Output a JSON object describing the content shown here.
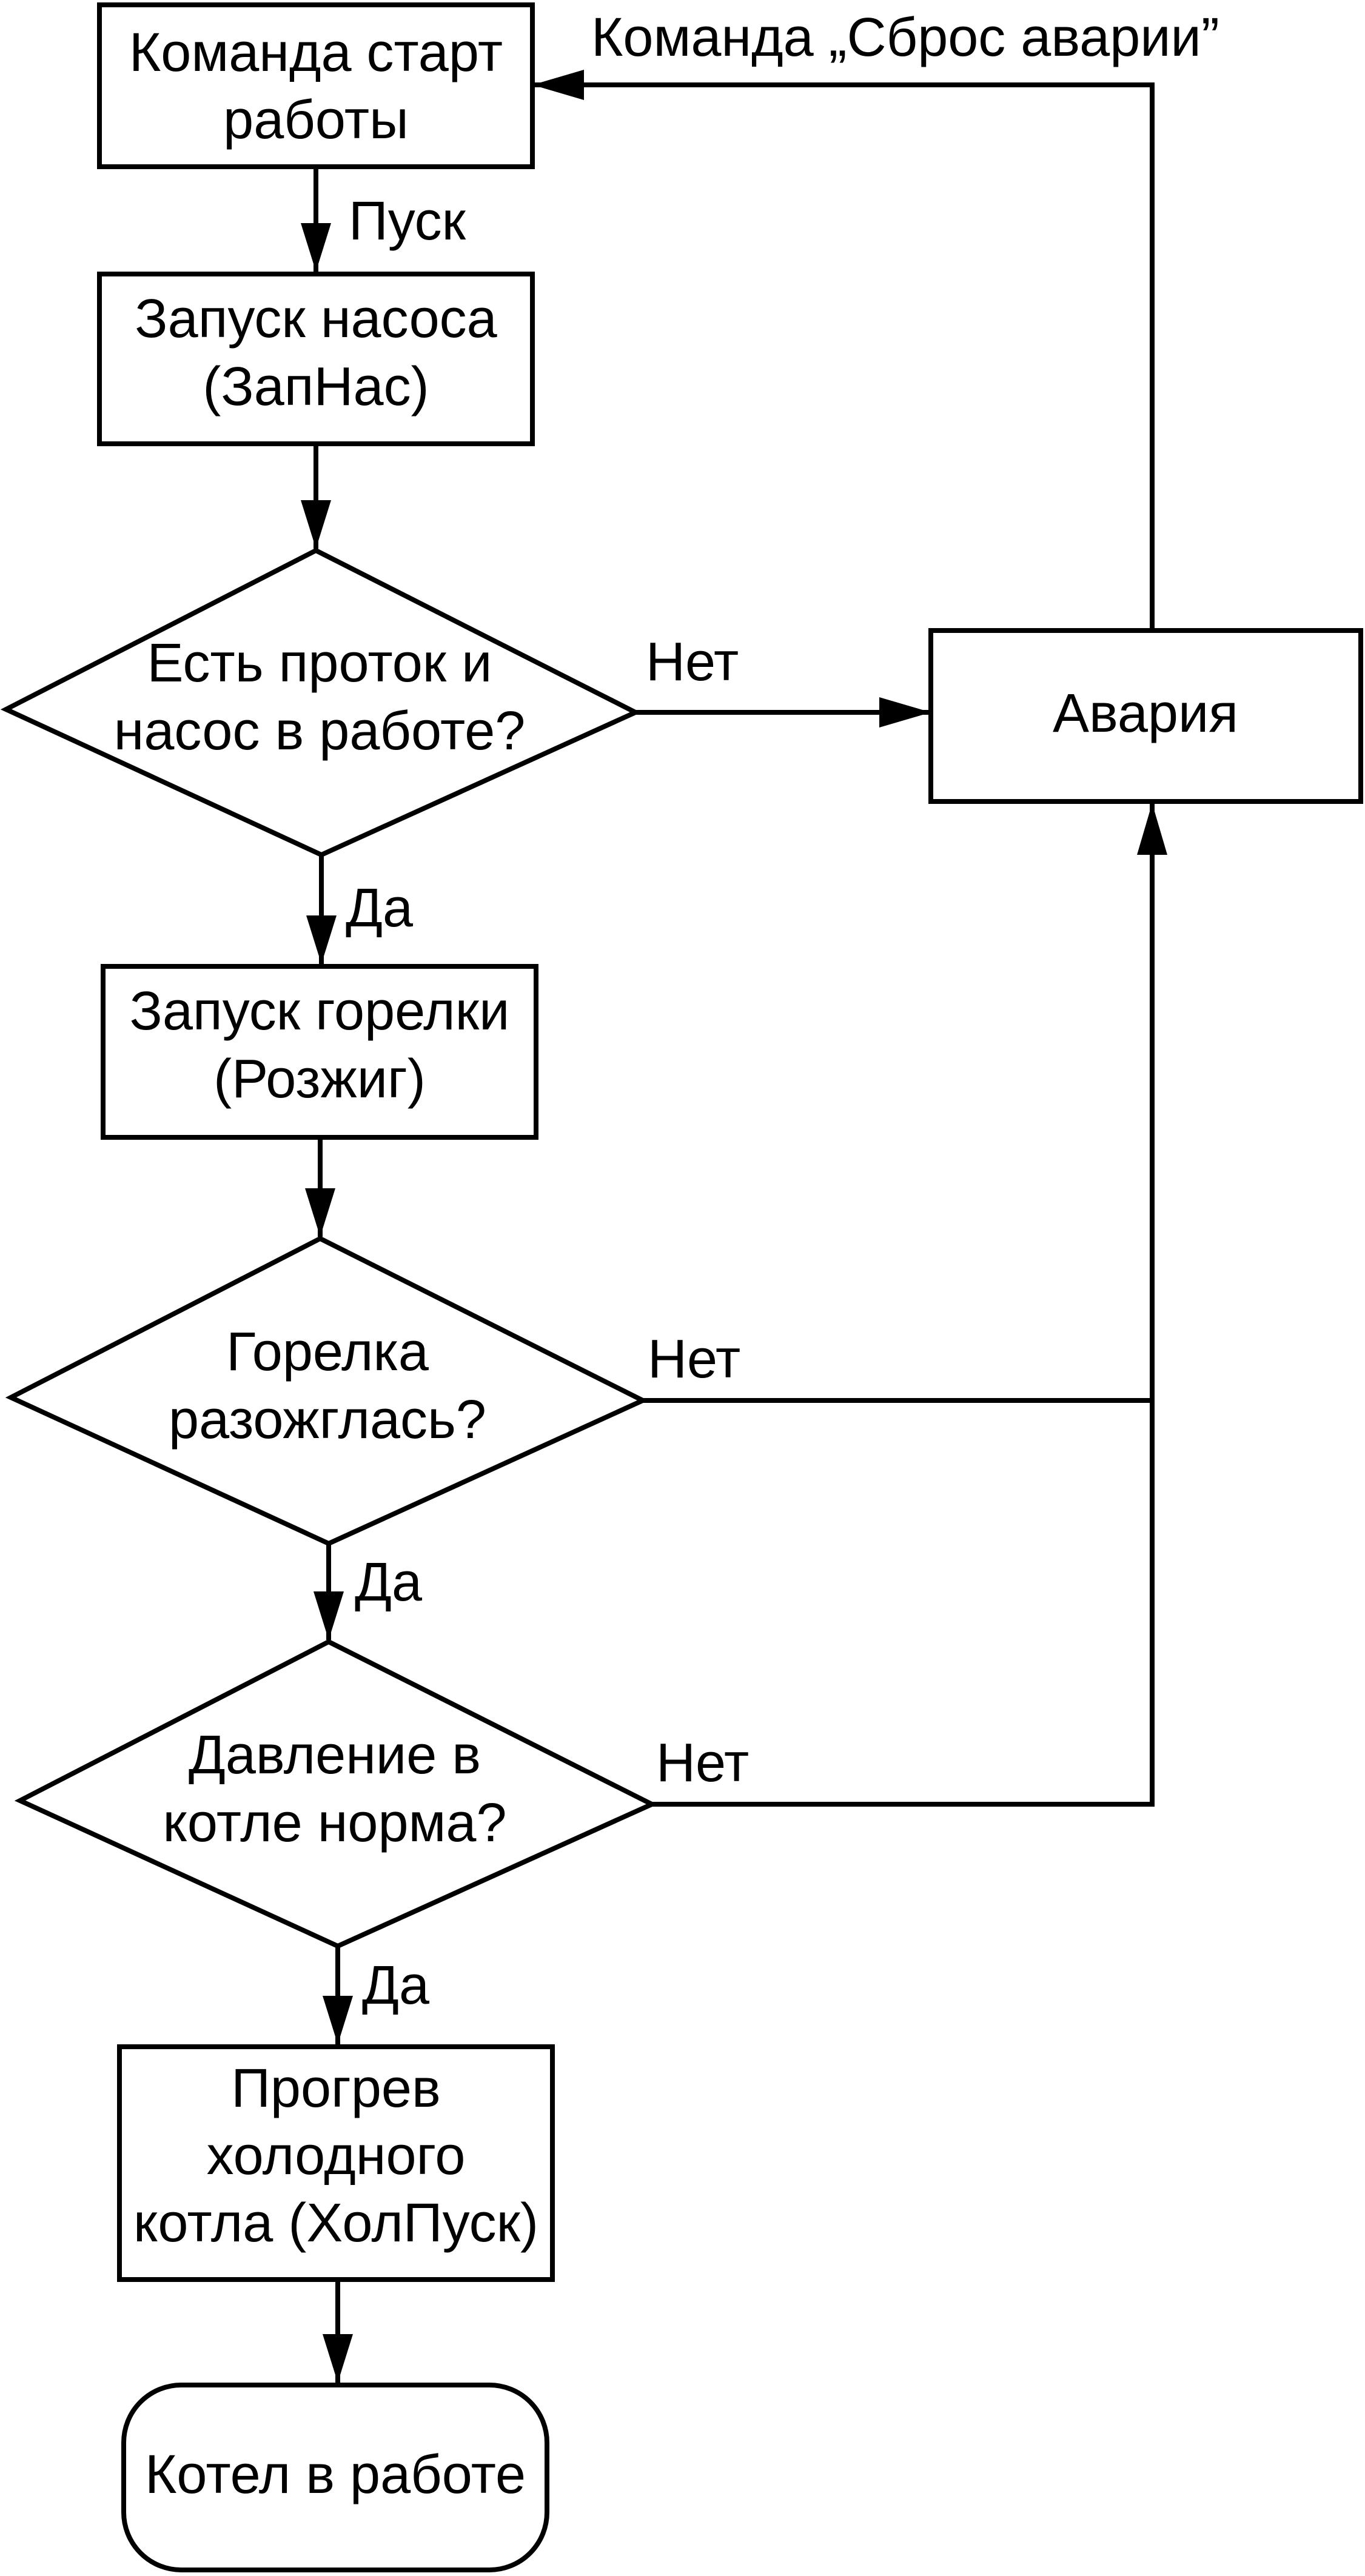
{
  "nodes": {
    "start": {
      "lines": [
        "Команда старт",
        "работы"
      ]
    },
    "pump": {
      "lines": [
        "Запуск насоса",
        "(ЗапНас)"
      ]
    },
    "flow_check": {
      "lines": [
        "Есть проток и",
        "насос в работе?"
      ]
    },
    "burner": {
      "lines": [
        "Запуск горелки",
        "(Розжиг)"
      ]
    },
    "ignition_check": {
      "lines": [
        "Горелка",
        "разожглась?"
      ]
    },
    "pressure_check": {
      "lines": [
        "Давление в",
        "котле норма?"
      ]
    },
    "warmup": {
      "lines": [
        "Прогрев",
        "холодного",
        "котла (ХолПуск)"
      ]
    },
    "running": {
      "lines": [
        "Котел в работе"
      ]
    },
    "alarm": {
      "lines": [
        "Авария"
      ]
    }
  },
  "edge_labels": {
    "pusk": "Пуск",
    "reset": "Команда „Сброс аварии”",
    "flow_no": "Нет",
    "flow_yes": "Да",
    "ignition_no": "Нет",
    "ignition_yes": "Да",
    "pressure_no": "Нет",
    "pressure_yes": "Да"
  }
}
